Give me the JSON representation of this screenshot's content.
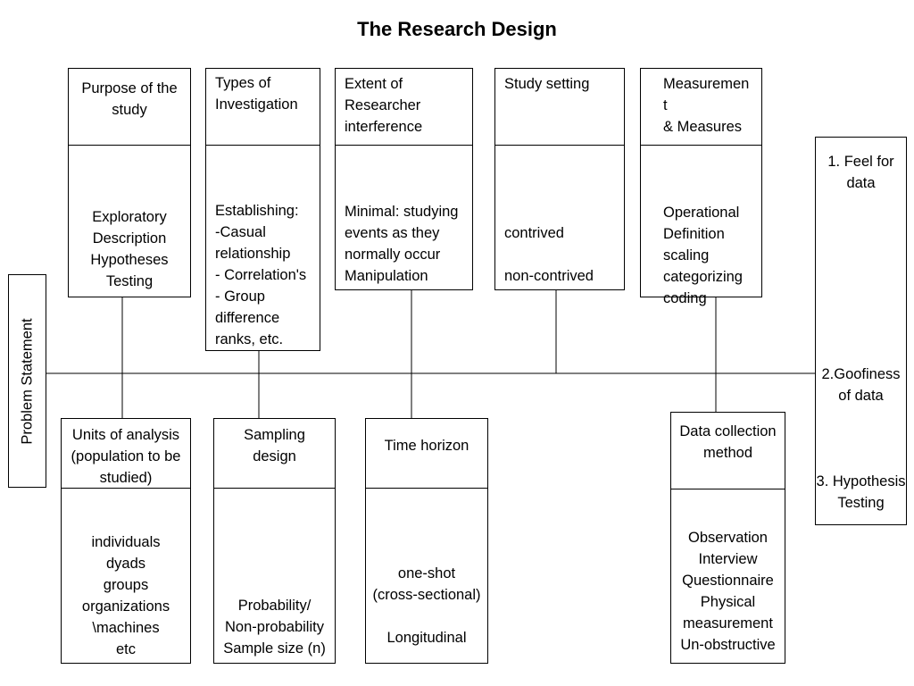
{
  "title": "The Research Design",
  "problem_statement": "Problem Statement",
  "top_boxes": [
    {
      "header": "Purpose of the\nstudy",
      "body": "Exploratory\nDescription\nHypotheses\nTesting"
    },
    {
      "header": "Types of\nInvestigation",
      "body": "Establishing:\n-Casual\nrelationship\n- Correlation's\n- Group\ndifference\nranks, etc."
    },
    {
      "header": "Extent of\nResearcher\n interference",
      "body": "Minimal: studying\nevents as they\nnormally occur\nManipulation"
    },
    {
      "header": "Study setting",
      "body": "contrived\n\nnon-contrived"
    },
    {
      "header": "Measuremen\nt\n& Measures",
      "body": "Operational\nDefinition\nscaling\ncategorizing\ncoding"
    }
  ],
  "bottom_boxes": [
    {
      "header": "Units of analysis\n(population to be\nstudied)",
      "body": "individuals\ndyads\ngroups\norganizations\n\\machines\netc"
    },
    {
      "header": "Sampling\ndesign",
      "body": "Probability/\nNon-probability\nSample size (n)"
    },
    {
      "header": "Time horizon",
      "body": "one-shot\n(cross-sectional)\n\nLongitudinal"
    },
    {
      "header": "Data collection\nmethod",
      "body": "Observation\nInterview\nQuestionnaire\nPhysical\nmeasurement\nUn-obstructive"
    }
  ],
  "analysis_steps": [
    "1. Feel for\ndata",
    "2.Goofiness\nof data",
    "3. Hypothesis\nTesting"
  ]
}
